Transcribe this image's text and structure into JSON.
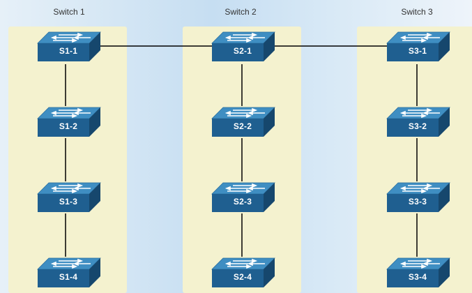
{
  "columns": [
    {
      "title": "Switch 1",
      "switches": [
        "S1-1",
        "S1-2",
        "S1-3",
        "S1-4"
      ]
    },
    {
      "title": "Switch 2",
      "switches": [
        "S2-1",
        "S2-2",
        "S2-3",
        "S2-4"
      ]
    },
    {
      "title": "Switch 3",
      "switches": [
        "S3-1",
        "S3-2",
        "S3-3",
        "S3-4"
      ]
    }
  ],
  "colors": {
    "panel": "#f4f2cf",
    "switch_top": "#3f8ec2",
    "switch_front": "#1f5f90",
    "switch_side": "#16476d",
    "link": "#000000"
  },
  "icons": {
    "switch": "network-switch-icon"
  }
}
